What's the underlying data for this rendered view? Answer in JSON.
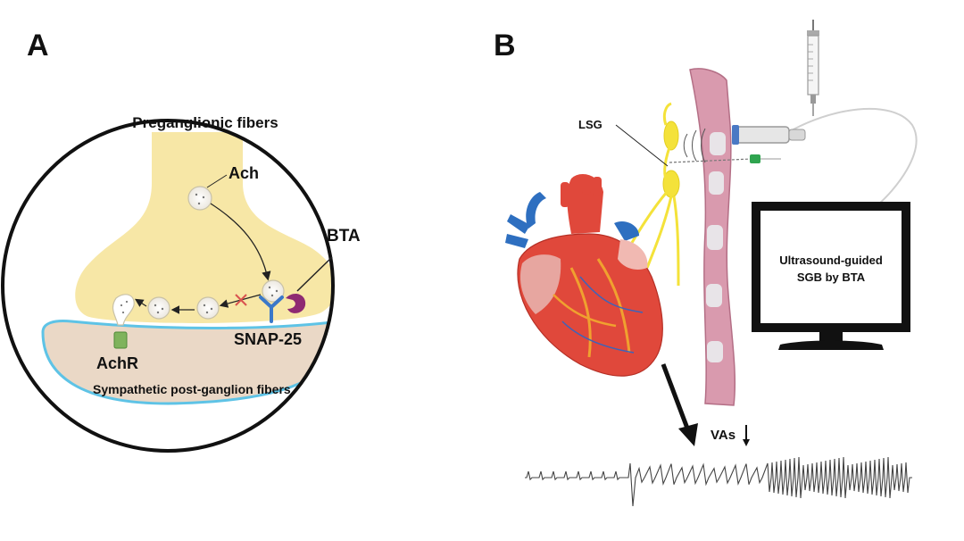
{
  "panel_a": {
    "letter": "A",
    "preganglionic_label": "Preganglionic fibers",
    "ach_label": "Ach",
    "bta_label": "BTA",
    "snap25_label": "SNAP-25",
    "achr_label": "AchR",
    "postganglion_label": "Sympathetic post-ganglion fibers"
  },
  "panel_b": {
    "letter": "B",
    "lsg_label": "LSG",
    "monitor_text_line1": "Ultrasound-guided",
    "monitor_text_line2": "SGB by BTA",
    "vas_label": "VAs"
  },
  "colors": {
    "presynaptic_fill": "#f7e7a6",
    "postsynaptic_fill": "#ead8c6",
    "membrane_outline": "#5ec3e6",
    "vessel_fill": "#d99aae",
    "nerve_yellow": "#f4e23a",
    "heart_red": "#e0483b",
    "heart_blue": "#2e6fc0",
    "snap25_blue": "#3a78c9",
    "bta_purple": "#8e2a72"
  }
}
